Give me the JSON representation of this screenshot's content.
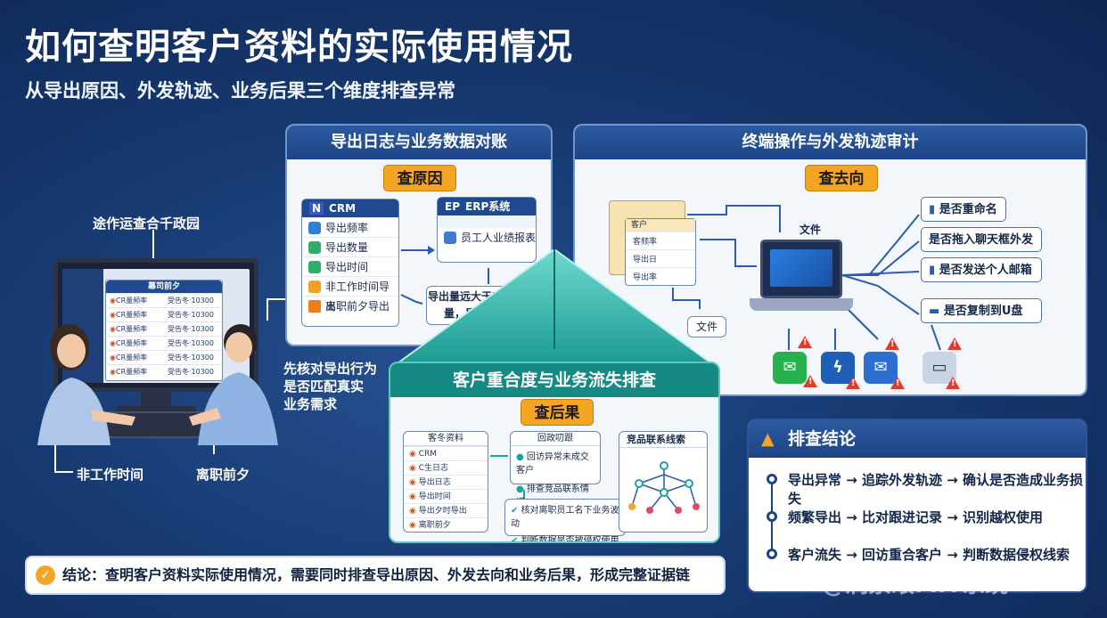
{
  "header": {
    "title": "如何查明客户资料的实际使用情况",
    "subtitle": "从导出原因、外发轨迹、业务后果三个维度排查异常"
  },
  "left_scene": {
    "caption_top": "途作运查合千政园",
    "caption_right": [
      "先核对导出行为",
      "是否匹配真实",
      "业务需求"
    ],
    "label_offhours": "非工作时间",
    "label_resign": "离职前夕",
    "screen_header": "幕司前夕",
    "screen_rows": [
      {
        "name": "CR量频率",
        "val": "受告冬·10300"
      },
      {
        "name": "CR量频率",
        "val": "受告冬·10300"
      },
      {
        "name": "CR量频率",
        "val": "受告冬·10300"
      },
      {
        "name": "CR量频率",
        "val": "受告冬·10300"
      },
      {
        "name": "CR量频率",
        "val": "受告冬·10300"
      },
      {
        "name": "CR量频率",
        "val": "受告冬·10300"
      }
    ]
  },
  "panel_export": {
    "title": "导出日志与业务数据对账",
    "tag": "查原因",
    "crm": {
      "title": "CRM",
      "items": [
        "导出频率",
        "导出数量",
        "导出时间",
        "非工作时间导出",
        "离职前夕导出"
      ]
    },
    "erp": {
      "title": "ERP系统",
      "item": "员工人业绩报表"
    },
    "note": "导出量远大于实际跟进量，异常风险高"
  },
  "panel_terminal": {
    "title": "终端操作与外发轨迹审计",
    "tag": "查去向",
    "file_label": "文件",
    "file_label2": "文件",
    "folder": {
      "title": "客户",
      "rows": [
        "客频率",
        "导出日",
        "导出率"
      ]
    },
    "checks": [
      "是否重命名",
      "是否拖入聊天框外发",
      "是否发送个人邮箱",
      "是否复制到U盘"
    ]
  },
  "panel_overlap": {
    "title": "客户重合度与业务流失排查",
    "tag": "查后果",
    "customer_card": {
      "title": "客冬资料",
      "rows": [
        "CRM",
        "C生日志",
        "导出日志",
        "导出时间",
        "导出夕时导出",
        "离职前夕"
      ]
    },
    "revisit_card": {
      "title": "回政叨跟",
      "rows": [
        "回访异常未成交客户",
        "排查竞品联系情况"
      ]
    },
    "checks": [
      "核对离职员工名下业务波动",
      "判断数据是否被侵权使用"
    ],
    "graph_title": "竞品联系线索"
  },
  "conclusion_panel": {
    "title": "排查结论",
    "items": [
      "导出异常 → 追踪外发轨迹 → 确认是否造成业务损失",
      "频繁导出 → 比对跟进记录 → 识别越权使用",
      "客户流失 → 回访重合客户 → 判断数据侵权线索"
    ]
  },
  "bottom": {
    "label": "结论：",
    "text": "查明客户资料实际使用情况，需要同时排查导出原因、外发去向和业务后果，形成完整证据链"
  },
  "watermark": "@洞察眼MIT系统",
  "colors": {
    "panel_header": "#1d4486",
    "tag": "#f5a524",
    "warning": "#e23b2a",
    "teal": "#1aa39a"
  }
}
